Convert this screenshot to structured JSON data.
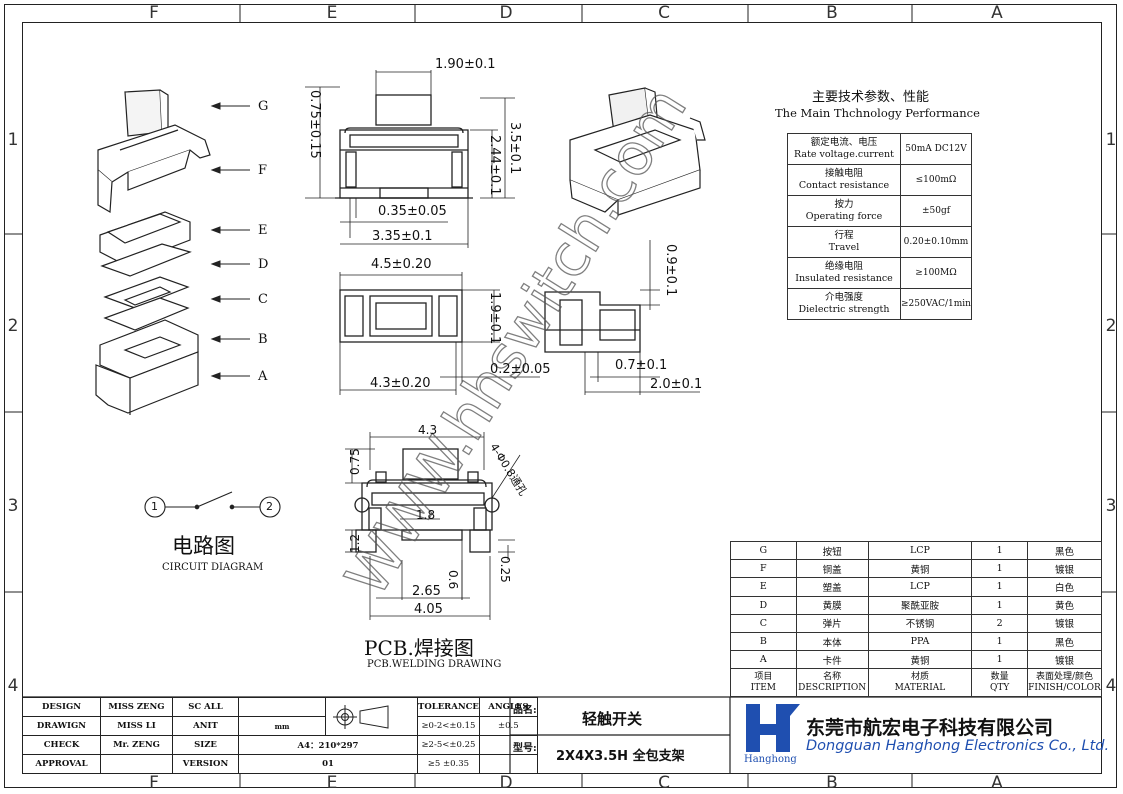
{
  "zones_top": [
    "F",
    "E",
    "D",
    "C",
    "B",
    "A"
  ],
  "zones_bottom": [
    "F",
    "E",
    "D",
    "C",
    "B",
    "A"
  ],
  "rows": [
    "1",
    "2",
    "3",
    "4"
  ],
  "exploded_labels": [
    "G",
    "F",
    "E",
    "D",
    "C",
    "B",
    "A"
  ],
  "dims": {
    "top_width": "1.90±0.1",
    "left_h": "0.75±0.15",
    "right_h1": "3.5±0.1",
    "right_h2": "2.44±0.1",
    "inner_w": "0.35±0.05",
    "outer_w": "3.35±0.1",
    "plan_w": "4.5±0.20",
    "plan_h": "1.9±0.1",
    "plan_bottom": "4.3±0.20",
    "gap": "0.2±0.05",
    "side_h": "0.9±0.1",
    "side_w1": "0.7±0.1",
    "side_w2": "2.0±0.1",
    "pcb_top": "4.3",
    "pcb_075": "0.75",
    "pcb_hole": "4-Φ0.8通孔",
    "pcb_18": "1.8",
    "pcb_12": "1.2",
    "pcb_06": "0.6",
    "pcb_025": "0.25",
    "pcb_265": "2.65",
    "pcb_405": "4.05"
  },
  "circuit": {
    "n1": "1",
    "n2": "2",
    "title_cn": "电路图",
    "title_en": "CIRCUIT DIAGRAM"
  },
  "pcb": {
    "title_cn": "PCB.焊接图",
    "title_en": "PCB.WELDING DRAWING"
  },
  "watermark": "WWW.hhswitch.com",
  "spec": {
    "title_cn": "主要技术参数、性能",
    "title_en": "The Main Thchnology Performance",
    "rows": [
      {
        "cn": "额定电流、电压",
        "en": "Rate voltage.current",
        "value": "50mA DC12V"
      },
      {
        "cn": "接触电阻",
        "en": "Contact resistance",
        "value": "≤100mΩ"
      },
      {
        "cn": "按力",
        "en": "Operating force",
        "value": "±50gf"
      },
      {
        "cn": "行程",
        "en": "Travel",
        "value": "0.20±0.10mm"
      },
      {
        "cn": "绝缘电阻",
        "en": "Insulated resistance",
        "value": "≥100MΩ"
      },
      {
        "cn": "介电强度",
        "en": "Dielectric strength",
        "value": "≥250VAC/1min"
      }
    ]
  },
  "bom": {
    "rows": [
      {
        "item": "G",
        "desc": "按钮",
        "mat": "LCP",
        "qty": "1",
        "color": "黑色"
      },
      {
        "item": "F",
        "desc": "铜盖",
        "mat": "黄铜",
        "qty": "1",
        "color": "镀银"
      },
      {
        "item": "E",
        "desc": "塑盖",
        "mat": "LCP",
        "qty": "1",
        "color": "白色"
      },
      {
        "item": "D",
        "desc": "黄膜",
        "mat": "聚酰亚胺",
        "qty": "1",
        "color": "黄色"
      },
      {
        "item": "C",
        "desc": "弹片",
        "mat": "不锈钢",
        "qty": "2",
        "color": "镀银"
      },
      {
        "item": "B",
        "desc": "本体",
        "mat": "PPA",
        "qty": "1",
        "color": "黑色"
      },
      {
        "item": "A",
        "desc": "卡件",
        "mat": "黄铜",
        "qty": "1",
        "color": "镀银"
      }
    ],
    "header": {
      "item_cn": "项目",
      "item_en": "ITEM",
      "desc_cn": "名称",
      "desc_en": "DESCRIPTION",
      "mat_cn": "材质",
      "mat_en": "MATERIAL",
      "qty_cn": "数量",
      "qty_en": "QTY",
      "color_cn": "表面处理/颜色",
      "color_en": "FINISH/COLOR"
    }
  },
  "titleblock": {
    "design": "DESIGN",
    "design_by": "MISS ZENG",
    "sc": "SC ALL",
    "drawign": "DRAWIGN",
    "drawign_by": "MISS LI",
    "unit_l": "ANIT",
    "unit": "mm",
    "check": "CHECK",
    "check_by": "Mr. ZENG",
    "size_l": "SIZE",
    "size": "A4：210*297",
    "approval": "APPROVAL",
    "version_l": "VERSION",
    "version": "01",
    "tol_l": "TOLERANCE",
    "ang_l": "ANGLES",
    "tol1": "≥0-2<±0.15",
    "tol2": "≥2-5<±0.25",
    "tol3": "≥5 ±0.35",
    "ang1": "±0.5",
    "name_l": "品名:",
    "name": "轻触开关",
    "model_l": "型号:",
    "model": "2X4X3.5H 全包支架"
  },
  "company": {
    "cn": "东莞市航宏电子科技有限公司",
    "en": "Dongguan Hanghong Electronics Co., Ltd.",
    "logo_text": "Hanghong"
  }
}
